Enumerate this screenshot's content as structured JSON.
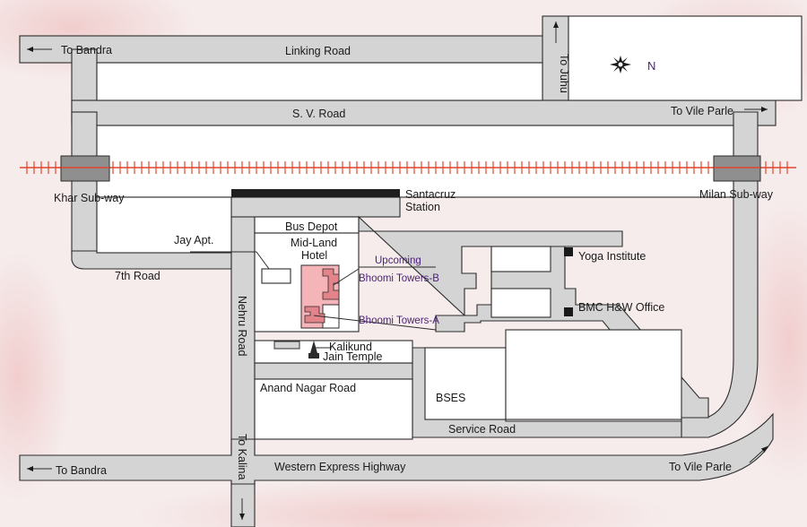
{
  "colors": {
    "road_fill": "#d4d4d4",
    "road_edge": "#2b2b2b",
    "railway": "#e2452c",
    "highlight": "#f4b4b8",
    "purple_text": "#4a1f7a",
    "background": "#f6ecec"
  },
  "compass": {
    "label": "N",
    "icon": "compass-rose-icon"
  },
  "roads": {
    "linking_road": "Linking Road",
    "sv_road": "S. V. Road",
    "seventh_road": "7th Road",
    "nehru_road": "Nehru Road",
    "anand_nagar_road": "Anand Nagar Road",
    "service_road": "Service Road",
    "western_express_highway": "Western Express Highway"
  },
  "directions": {
    "to_bandra_top": "To Bandra",
    "to_juhu": "To Juhu",
    "to_vile_parle_top": "To Vile Parle",
    "to_bandra_bottom": "To Bandra",
    "to_kalina": "To Kalina",
    "to_vile_parle_bottom": "To Vile Parle"
  },
  "landmarks": {
    "khar_subway": "Khar Sub-way",
    "milan_subway": "Milan Sub-way",
    "santacruz_station_1": "Santacruz",
    "santacruz_station_2": "Station",
    "bus_depot": "Bus Depot",
    "midland_hotel_1": "Mid-Land",
    "midland_hotel_2": "Hotel",
    "jay_apt": "Jay Apt.",
    "upcoming": "Upcoming",
    "bhoomi_towers_b": "Bhoomi Towers-B",
    "bhoomi_towers_a": "Bhoomi Towers-A",
    "kalikund_1": "Kalikund",
    "kalikund_2": "Jain Temple",
    "yoga_institute": "Yoga Institute",
    "bmc_office": "BMC H&W Office",
    "bses": "BSES"
  }
}
